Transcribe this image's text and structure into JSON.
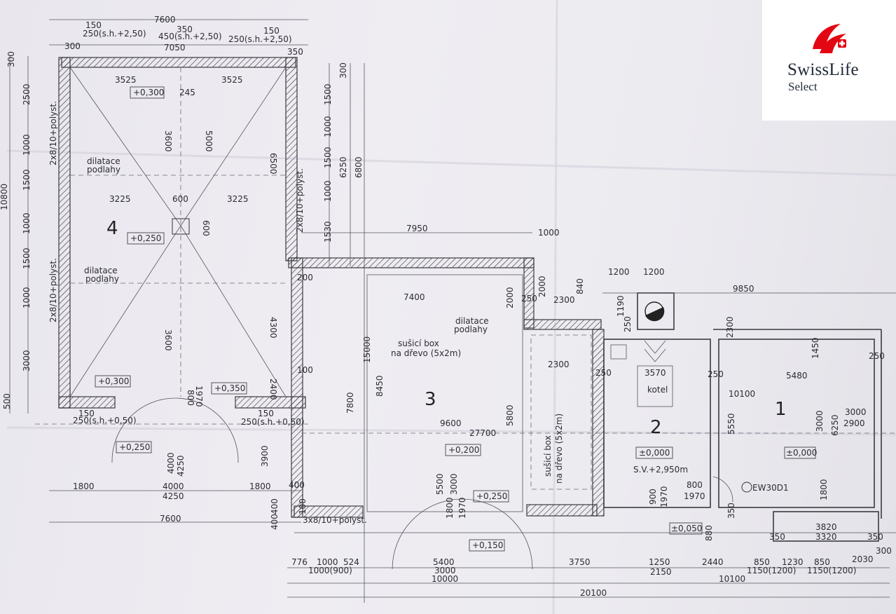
{
  "plan": {
    "rooms": [
      {
        "number": "4",
        "level": "+0,250"
      },
      {
        "number": "3",
        "level": "+0,200"
      },
      {
        "number": "2",
        "level": "±0,000",
        "note": "S.V.+2,950m"
      },
      {
        "number": "1",
        "level": "±0,000"
      }
    ],
    "labels": {
      "dilatace1": "dilatace",
      "podlahy1": "podlahy",
      "dilatace2": "dilatace",
      "podlahy2": "podlahy",
      "dilatace3": "dilatace",
      "podlahy3": "podlahy",
      "box1a": "sušicí box",
      "box1b": "na dřevo (5x2m)",
      "box2a": "sušicí box",
      "box2b": "na dřevo (5x2m)",
      "kotel": "kotel",
      "window1": "2x8/10+polyst.",
      "window2": "2x8/10+polyst.",
      "window3": "2x8/10+polyst.",
      "window4": "3x8/10+polyst.",
      "door": "EW30D1",
      "sh1": "250(s.h.+2,50)",
      "sh2": "450(s.h.+2,50)",
      "sh3": "250(s.h.+2,50)",
      "sh4": "250(s.h.+0,50)",
      "sh5": "250(s.h.+0,50)"
    },
    "levels": [
      "+0,300",
      "+0,300",
      "+0,350",
      "+0,250",
      "+0,250",
      "+0,150",
      "±0,050"
    ],
    "dims": {
      "top_7600": "7600",
      "top_7050": "7050",
      "top_150a": "150",
      "top_350": "350",
      "top_150b": "150",
      "top_300a": "300",
      "top_300b": "350",
      "r4_3525a": "3525",
      "r4_3525b": "3525",
      "r4_245": "245",
      "r4_3600a": "3600",
      "r4_5000": "5000",
      "r4_3225a": "3225",
      "r4_3225b": "3225",
      "r4_600a": "600",
      "r4_600b": "600",
      "r4_3600b": "3600",
      "r4_6500": "6500",
      "r4_4300": "4300",
      "r4_2400": "2400",
      "r4_800": "800",
      "r4_1970": "1970",
      "r4_150": "150",
      "r4_150b": "150",
      "left_10800": "10800",
      "left_2500": "2500",
      "left_1500a": "1500",
      "left_1500b": "1500",
      "left_1000a": "1000",
      "left_1000b": "1000",
      "left_1000c": "1000",
      "left_3000": "3000",
      "left_300": "300",
      "left_500": "500",
      "mid_1500a": "1500",
      "mid_1000a": "1000",
      "mid_1500b": "1500",
      "mid_1000b": "1000",
      "mid_1530": "1530",
      "mid_6250": "6250",
      "mid_6800": "6800",
      "mid_300": "300",
      "r3_7950": "7950",
      "r3_7400": "7400",
      "r3_15000": "15000",
      "r3_7800": "7800",
      "r3_8450": "8450",
      "r3_9600": "9600",
      "r3_27700": "27700",
      "r3_5800": "5800",
      "r3_2000a": "2000",
      "r3_2000b": "2000",
      "r3_2300a": "2300",
      "r3_2300b": "2300",
      "r3_1000": "1000",
      "r3_840": "840",
      "r3_1190": "1190",
      "r3_5500": "5500",
      "r3_3000": "3000",
      "r3_1800": "1800",
      "r3_1970": "1970",
      "r3_200": "200",
      "r3_100a": "100",
      "r3_100b": "100",
      "r3_250": "250",
      "r2_1200a": "1200",
      "r2_1200b": "1200",
      "r2_9850": "9850",
      "r2_3570": "3570",
      "r2_250a": "250",
      "r2_250b": "250",
      "r2_900": "900",
      "r2_1970": "1970",
      "r2_800": "800",
      "r2_1970b": "1970",
      "r2_350": "350",
      "r2_880": "880",
      "r2_250c": "250",
      "r1_1450": "1450",
      "r1_5480": "5480",
      "r1_10100": "10100",
      "r1_5550": "5550",
      "r1_3000": "3000",
      "r1_6250": "6250",
      "r1_3000b": "3000",
      "r1_2900": "2900",
      "r1_1800": "1800",
      "r1_3820": "3820",
      "r1_3320": "3320",
      "r1_350a": "350",
      "r1_350b": "350",
      "r1_250": "250",
      "r1_300": "300",
      "b_1800a": "1800",
      "b_4000": "4000",
      "b_4250": "4250",
      "b_1800b": "1800",
      "b_7600": "7600",
      "b_4000v": "4000",
      "b_4250v": "4250",
      "b_3900": "3900",
      "b_400a": "400",
      "b_400b": "400",
      "b_400c": "400",
      "b_776": "776",
      "b_1000": "1000",
      "b_524": "524",
      "b_1000_900": "1000(900)",
      "b_5400": "5400",
      "b_3000": "3000",
      "b_10000": "10000",
      "b_3750": "3750",
      "b_1250": "1250",
      "b_2150": "2150",
      "b_2440": "2440",
      "b_850a": "850",
      "b_1230": "1230",
      "b_850b": "850",
      "b_2030": "2030",
      "b_1150a": "1150(1200)",
      "b_1150b": "1150(1200)",
      "b_10100": "10100",
      "b_20100": "20100"
    }
  },
  "logo": {
    "name": "SwissLife",
    "sub": "Select",
    "color_red": "#e30613",
    "color_text": "#1f2a36"
  }
}
